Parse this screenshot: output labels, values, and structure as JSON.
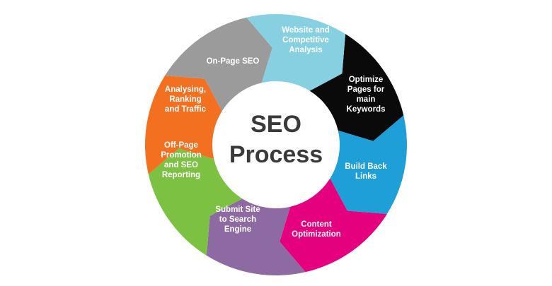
{
  "center": {
    "line1": "SEO",
    "line2": "Process"
  },
  "steps": [
    {
      "lines": [
        "Website and",
        "Competitive",
        "Analysis"
      ],
      "color": "#0a0a0a"
    },
    {
      "lines": [
        "Optimize",
        "Pages for",
        "main",
        "Keywords"
      ],
      "color": "#1e9fd8"
    },
    {
      "lines": [
        "Build Back",
        "Links"
      ],
      "color": "#e5007e"
    },
    {
      "lines": [
        "Content",
        "Optimization"
      ],
      "color": "#8e6aa3"
    },
    {
      "lines": [
        "Submit Site",
        "to Search",
        "Engine"
      ],
      "color": "#7cc142"
    },
    {
      "lines": [
        "Off-Page",
        "Promotion",
        "and SEO",
        "Reporting"
      ],
      "color": "#f37021"
    },
    {
      "lines": [
        "Analysing,",
        "Ranking",
        "and Traffic"
      ],
      "color": "#9b9b9b"
    },
    {
      "lines": [
        "On-Page SEO"
      ],
      "color": "#86d0e1"
    }
  ]
}
